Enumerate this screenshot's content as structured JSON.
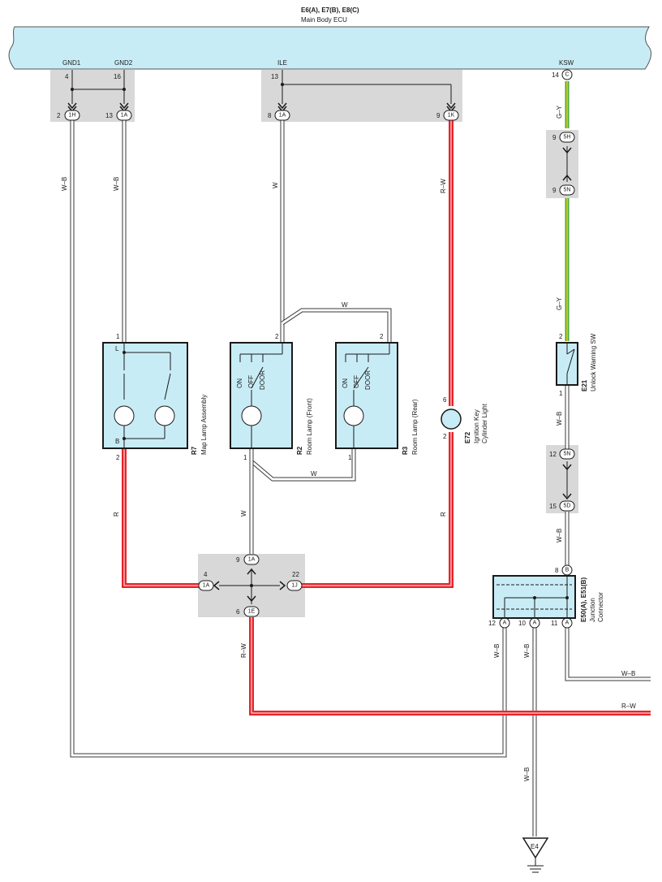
{
  "title": {
    "codes": "E6(A), E7(B), E8(C)",
    "name": "Main Body ECU"
  },
  "ecu_terminals": {
    "gnd1": {
      "label": "GND1",
      "pin": "4"
    },
    "gnd2": {
      "label": "GND2",
      "pin": "16"
    },
    "ile": {
      "label": "ILE",
      "pin": "13"
    },
    "ksw": {
      "label": "KSW",
      "pin": "14",
      "conn": "C"
    }
  },
  "junctions": {
    "j1h": {
      "pin": "2",
      "conn": "1H"
    },
    "j1a_gnd2": {
      "pin": "13",
      "conn": "1A"
    },
    "j1a_ile": {
      "pin": "8",
      "conn": "1A"
    },
    "j1k": {
      "pin": "9",
      "conn": "1K"
    },
    "j5h": {
      "pin": "9",
      "conn": "5H"
    },
    "j5n_top": {
      "pin": "9",
      "conn": "5N"
    },
    "j5n_bot": {
      "pin": "12",
      "conn": "5N"
    },
    "j5d": {
      "pin": "15",
      "conn": "5D"
    },
    "jb_1a_top": {
      "pin": "9",
      "conn": "1A"
    },
    "jb_1a_left": {
      "pin": "4",
      "conn": "1A"
    },
    "jb_1j": {
      "pin": "22",
      "conn": "1J"
    },
    "jb_1e": {
      "pin": "6",
      "conn": "1E"
    }
  },
  "wires": {
    "w1": "W–B",
    "w2": "W–B",
    "w3": "W",
    "w4": "R–W",
    "w5": "G–Y",
    "w6": "G–Y",
    "w7": "W",
    "w8": "W",
    "w9": "W",
    "w10": "R",
    "w11": "R",
    "w12": "W–B",
    "w13": "W–B",
    "w14": "R–W",
    "w15": "W–B",
    "w16": "W–B",
    "w17": "W–B",
    "w18": "W–B",
    "w19": "R–W"
  },
  "components": {
    "r7": {
      "code": "R7",
      "name": "Map Lamp Assembly",
      "pin_top": "1",
      "pin_bottom": "2",
      "term_l": "L",
      "term_b": "B"
    },
    "r2": {
      "code": "R2",
      "name": "Room Lamp (Front)",
      "pin_top": "2",
      "pin_bottom": "1",
      "sw_on": "ON",
      "sw_off": "OFF",
      "sw_door": "DOOR"
    },
    "r3": {
      "code": "R3",
      "name": "Room Lamp (Rear)",
      "pin_top": "2",
      "pin_bottom": "1",
      "sw_on": "ON",
      "sw_off": "OFF",
      "sw_door": "DOOR"
    },
    "e72": {
      "code": "E72",
      "name1": "Ignition Key",
      "name2": "Cylinder Light",
      "pin_top": "6",
      "pin_bottom": "2"
    },
    "e21": {
      "code": "E21",
      "name": "Unlock Warning SW",
      "pin_top": "2",
      "pin_bottom": "1"
    },
    "e50": {
      "code": "E50(A), E51(B)",
      "name1": "Junction",
      "name2": "Connector",
      "pin_top": "8",
      "conn_top": "B",
      "pin_b1": "12",
      "conn_b1": "A",
      "pin_b2": "10",
      "conn_b2": "A",
      "pin_b3": "11",
      "conn_b3": "A"
    },
    "e4": {
      "code": "E4"
    }
  },
  "colors": {
    "ecu_fill": "#c8ecf6",
    "comp_fill": "#c8ecf6",
    "red_wire": "#e8242b",
    "green_wire": "#4aa83a",
    "yellow_wire": "#f2d31b",
    "grey_box": "#d8d8d8",
    "wire_outline": "#3a3a3a"
  }
}
